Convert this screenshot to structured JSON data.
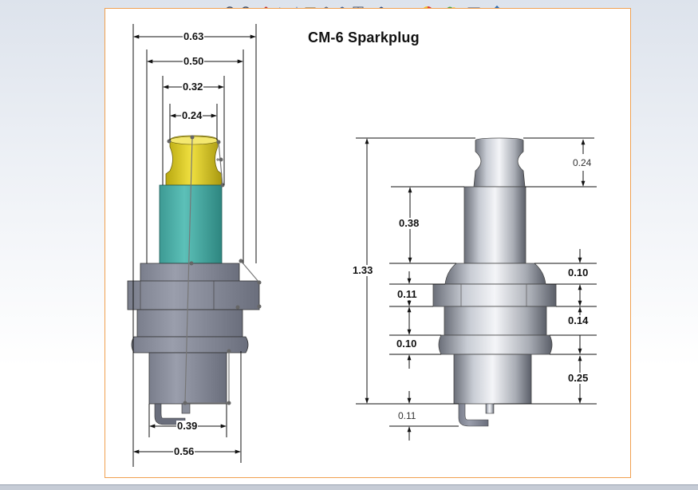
{
  "drawing": {
    "title": "CM-6 Sparkplug"
  },
  "toolbar": {
    "icons": [
      "zoom-to-fit-icon",
      "zoom-area-icon",
      "previous-view-icon",
      "section-view-icon",
      "dynamic-annotation-icon",
      "view-orientation-icon",
      "display-style-icon",
      "hide-show-items-icon",
      "edit-appearance-icon",
      "apply-scene-icon",
      "view-settings-icon",
      "rotate-view-icon"
    ]
  },
  "left_view": {
    "dims": {
      "d063": "0.63",
      "d050": "0.50",
      "d032": "0.32",
      "d024": "0.24",
      "d039": "0.39",
      "d056": "0.56"
    }
  },
  "right_view": {
    "dims": {
      "d024": "0.24",
      "d038": "0.38",
      "d133": "1.33",
      "d010a": "0.10",
      "d011": "0.11",
      "d014": "0.14",
      "d010b": "0.10",
      "d025": "0.25",
      "d011b": "0.11"
    }
  },
  "colors": {
    "border": "#f0a050",
    "terminal": "#d8c820",
    "insulator": "#3aa8a0",
    "metal": "#8a8e9a"
  }
}
